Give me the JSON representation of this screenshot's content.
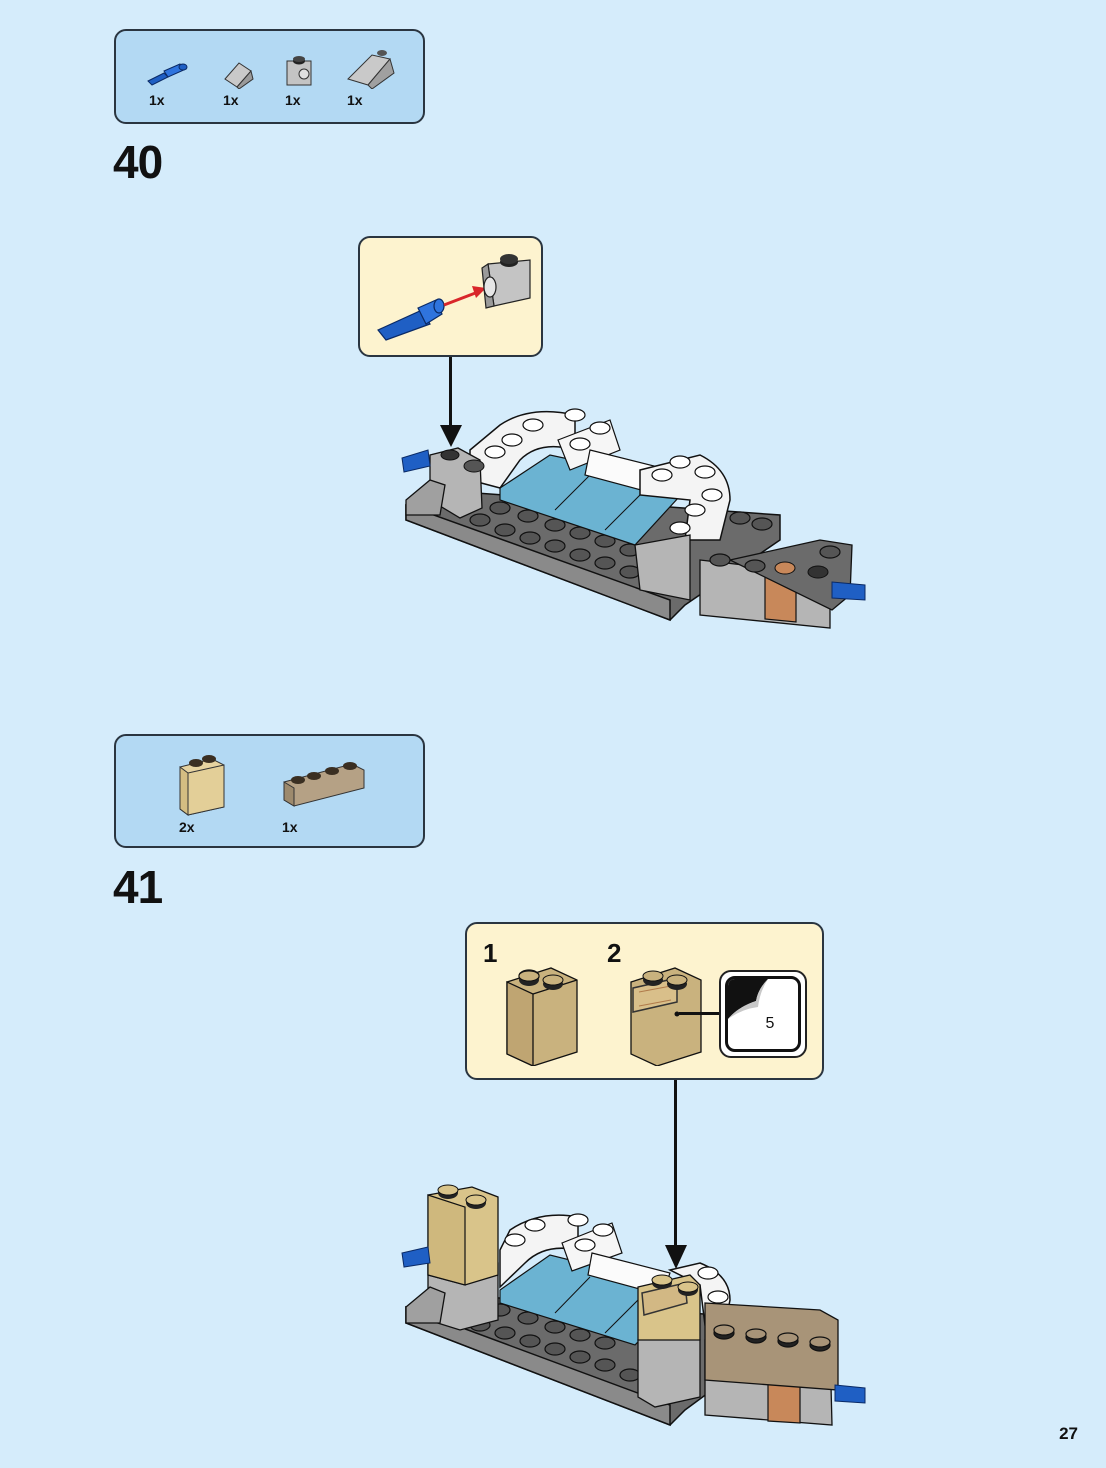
{
  "page": {
    "number": "27",
    "background_color": "#d5ecfb"
  },
  "steps": [
    {
      "number": "40",
      "parts": [
        {
          "icon": "blue-technic-axle-pin",
          "color": "#1f5fc4",
          "qty": "1x"
        },
        {
          "icon": "light-gray-slope-1x1",
          "color": "#b5b5b5",
          "qty": "1x"
        },
        {
          "icon": "light-gray-technic-brick-1x1-hole",
          "color": "#b5b5b5",
          "qty": "1x"
        },
        {
          "icon": "light-gray-slope-2x1",
          "color": "#b5b5b5",
          "qty": "1x"
        }
      ],
      "callout": {
        "description": "Insert blue axle pin into light gray technic brick",
        "arrow_color": "#d9262a"
      }
    },
    {
      "number": "41",
      "parts": [
        {
          "icon": "tan-brick-1x2x2",
          "color": "#d9c48a",
          "qty": "2x"
        },
        {
          "icon": "dark-tan-brick-1x4",
          "color": "#a89478",
          "qty": "1x"
        }
      ],
      "callout": {
        "substeps": [
          {
            "number": "1",
            "icon": "tan-brick-1x2x2"
          },
          {
            "number": "2",
            "icon": "tan-brick-1x2x2-with-sticker"
          }
        ],
        "sticker_number": "5"
      }
    }
  ],
  "colors": {
    "parts_box": "#b3d9f3",
    "callout_box": "#fdf3cf",
    "outline": "#2a3540"
  }
}
